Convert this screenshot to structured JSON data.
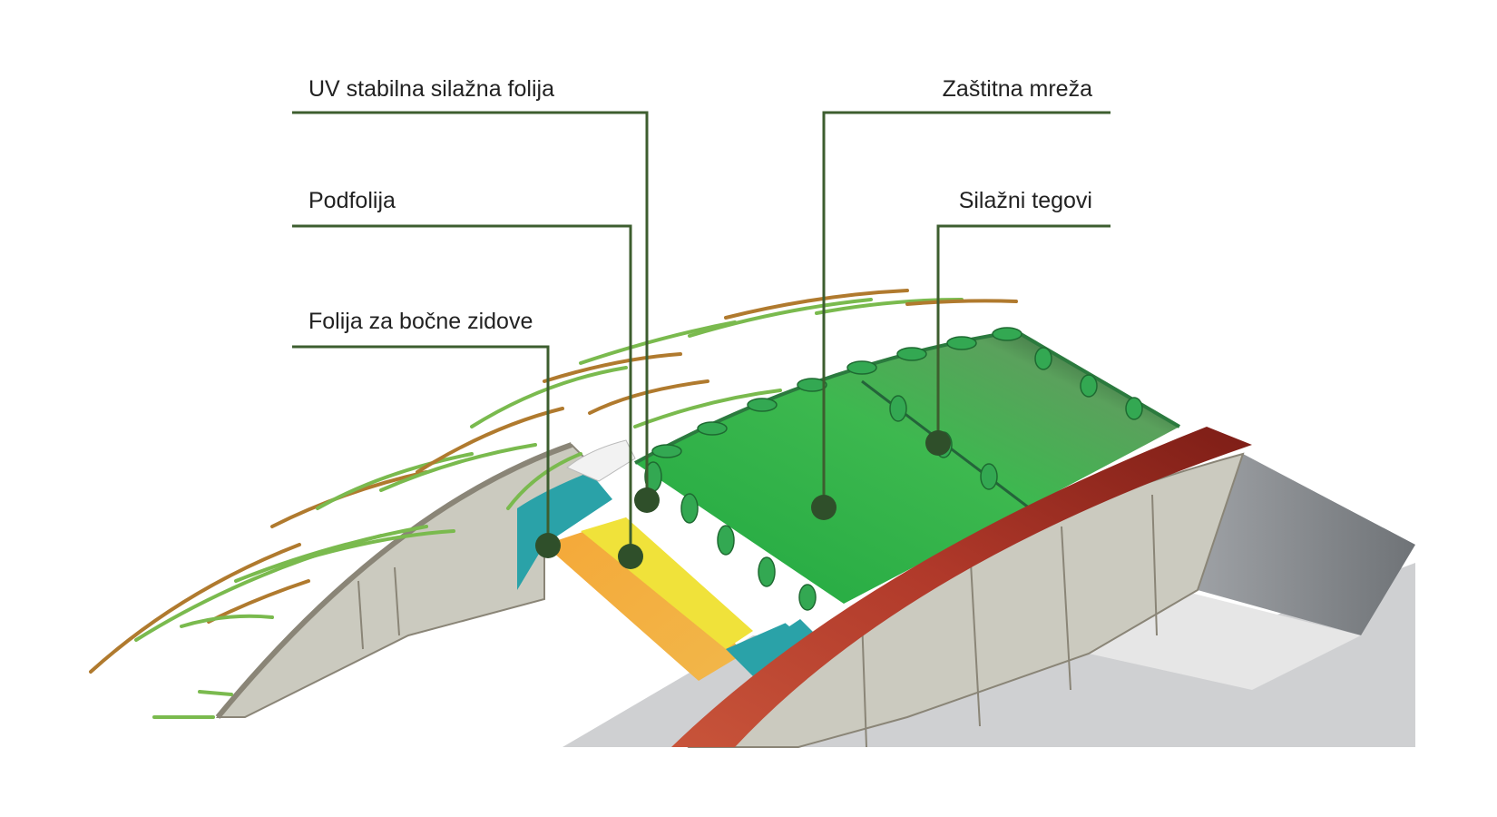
{
  "labels": {
    "uv_folija": "UV stabilna silažna folija",
    "podfolija": "Podfolija",
    "bocne_zidove": "Folija za bočne zidove",
    "zastitna_mreza": "Zaštitna mreža",
    "silazni_tegovi": "Silažni tegovi"
  },
  "colors": {
    "leader": "#3d5e2f",
    "marker": "#2f4f2a",
    "net_green": "#2db34a",
    "bag_green": "#33a852",
    "side_wall_film": "#2aa2a8",
    "under_film": "#f2a33a",
    "silage_yellow": "#f0e23a",
    "wall": "#c9c8bc",
    "wall_edge": "#8a8577",
    "red_cover": "#b0392a",
    "floor": "#cfd0d2",
    "grass_green": "#7aba4e",
    "grass_brown": "#b07a2e"
  }
}
